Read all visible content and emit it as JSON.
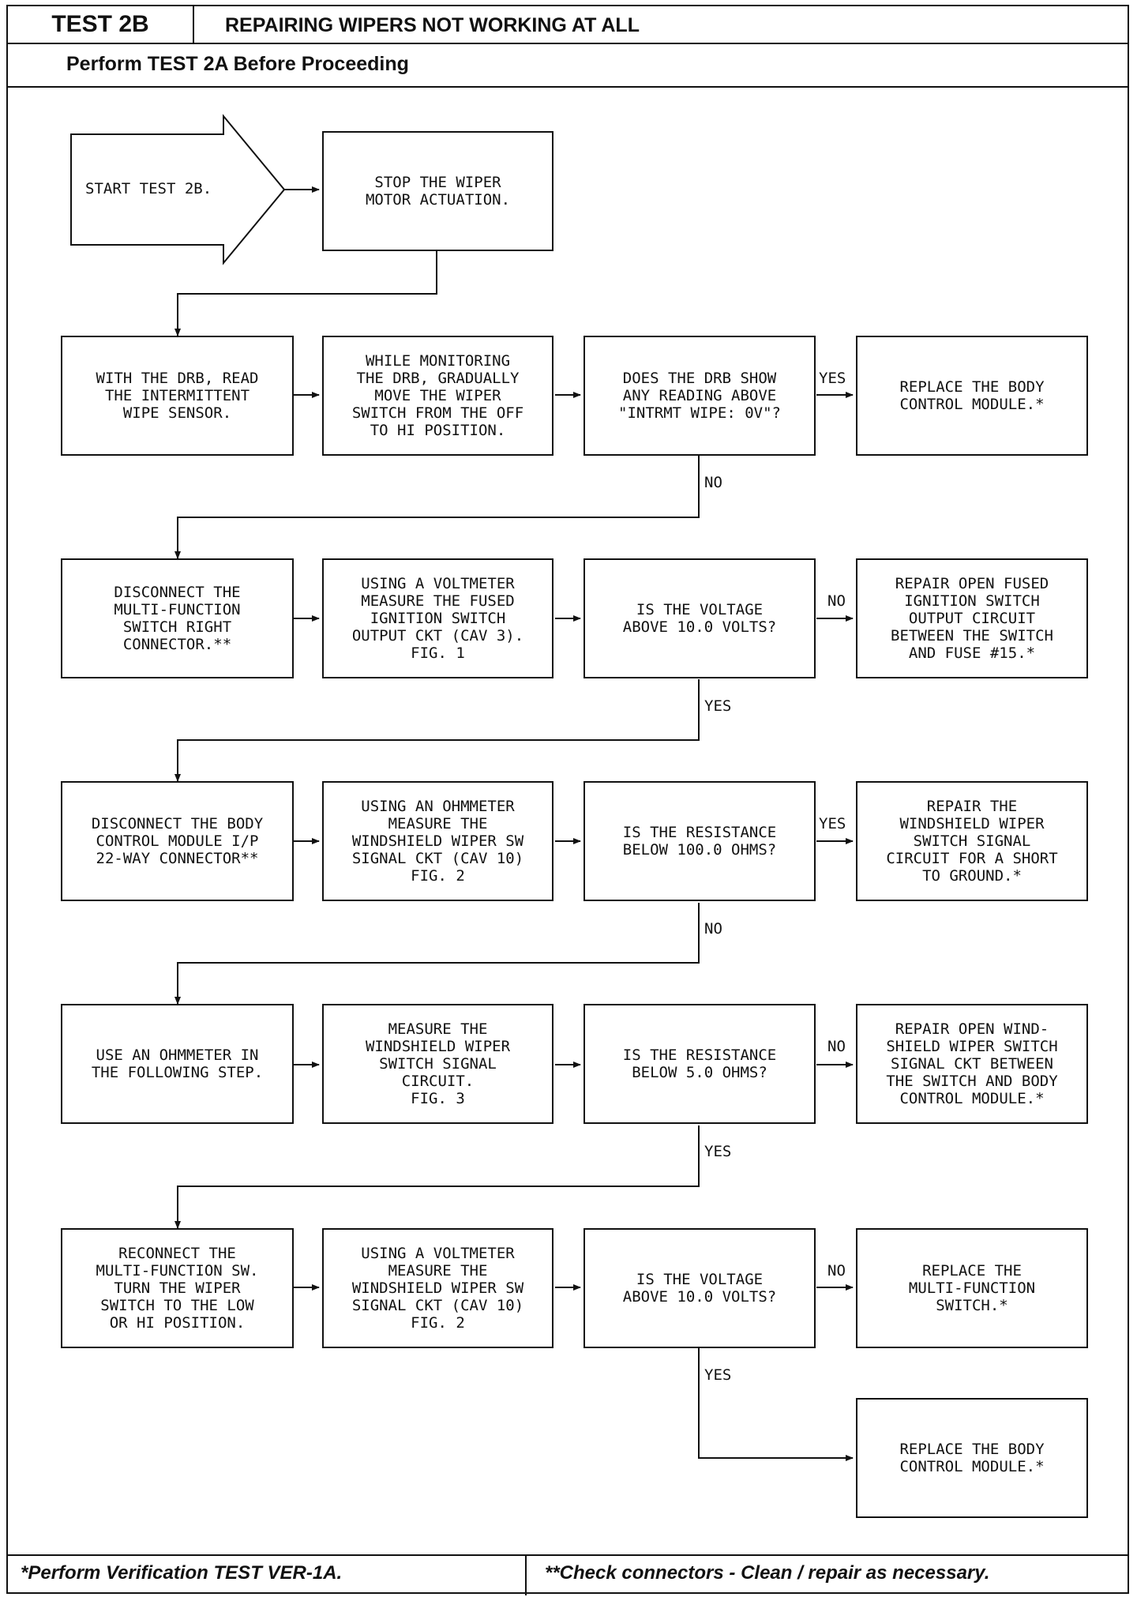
{
  "header": {
    "test_no": "TEST 2B",
    "title": "REPAIRING WIPERS NOT WORKING AT ALL",
    "prerequisite": "Perform TEST 2A Before Proceeding"
  },
  "flow": {
    "start": "START TEST 2B.",
    "stop": "STOP THE WIPER\nMOTOR ACTUATION.",
    "r1": {
      "a": "WITH THE DRB, READ\nTHE INTERMITTENT\nWIPE SENSOR.",
      "b": "WHILE MONITORING\nTHE DRB, GRADUALLY\nMOVE THE WIPER\nSWITCH FROM THE OFF\nTO HI POSITION.",
      "q": "DOES THE DRB SHOW\nANY READING ABOVE\n\"INTRMT WIPE: 0V\"?",
      "r": "REPLACE THE BODY\nCONTROL MODULE.*",
      "side": "YES",
      "down": "NO"
    },
    "r2": {
      "a": "DISCONNECT THE\nMULTI-FUNCTION\nSWITCH RIGHT\nCONNECTOR.**",
      "b": "USING A VOLTMETER\nMEASURE THE FUSED\nIGNITION SWITCH\nOUTPUT CKT (CAV 3).\nFIG. 1",
      "q": "IS THE VOLTAGE\nABOVE 10.0 VOLTS?",
      "r": "REPAIR OPEN FUSED\nIGNITION SWITCH\nOUTPUT CIRCUIT\nBETWEEN THE SWITCH\nAND FUSE #15.*",
      "side": "NO",
      "down": "YES"
    },
    "r3": {
      "a": "DISCONNECT THE BODY\nCONTROL MODULE I/P\n22-WAY CONNECTOR**",
      "b": "USING AN OHMMETER\nMEASURE THE\nWINDSHIELD WIPER SW\nSIGNAL CKT (CAV 10)\nFIG. 2",
      "q": "IS THE RESISTANCE\nBELOW 100.0 OHMS?",
      "r": "REPAIR THE\nWINDSHIELD WIPER\nSWITCH SIGNAL\nCIRCUIT FOR A SHORT\nTO GROUND.*",
      "side": "YES",
      "down": "NO"
    },
    "r4": {
      "a": "USE AN OHMMETER IN\nTHE FOLLOWING STEP.",
      "b": "MEASURE THE\nWINDSHIELD WIPER\nSWITCH SIGNAL\nCIRCUIT.\nFIG. 3",
      "q": "IS THE RESISTANCE\nBELOW 5.0 OHMS?",
      "r": "REPAIR OPEN WIND-\nSHIELD WIPER SWITCH\nSIGNAL CKT BETWEEN\nTHE SWITCH AND BODY\nCONTROL MODULE.*",
      "side": "NO",
      "down": "YES"
    },
    "r5": {
      "a": "RECONNECT THE\nMULTI-FUNCTION SW.\nTURN THE WIPER\nSWITCH TO THE LOW\nOR HI POSITION.",
      "b": "USING A VOLTMETER\nMEASURE THE\nWINDSHIELD WIPER SW\nSIGNAL CKT (CAV 10)\nFIG. 2",
      "q": "IS THE VOLTAGE\nABOVE 10.0 VOLTS?",
      "r": "REPLACE THE\nMULTI-FUNCTION\nSWITCH.*",
      "side": "NO",
      "down": "YES"
    },
    "final": "REPLACE THE BODY\nCONTROL MODULE.*"
  },
  "footer": {
    "left": "*Perform Verification TEST VER-1A.",
    "right": "**Check connectors - Clean / repair as necessary."
  }
}
